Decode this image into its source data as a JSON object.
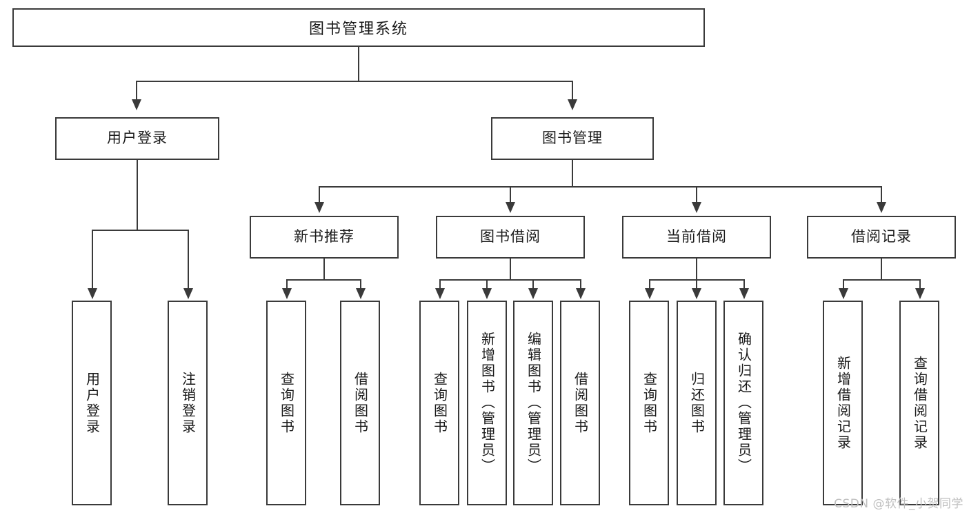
{
  "diagram": {
    "type": "tree",
    "title": "图书管理系统",
    "orientation": "top-down",
    "colors": {
      "line": "#3a3a3a",
      "box_border": "#3a3a3a",
      "box_fill": "#ffffff",
      "text": "#1a1a1a",
      "watermark": "#bfbfbf"
    },
    "root": {
      "label": "图书管理系统"
    },
    "level2": [
      {
        "label": "用户登录"
      },
      {
        "label": "图书管理"
      }
    ],
    "level3": [
      {
        "label": "新书推荐"
      },
      {
        "label": "图书借阅"
      },
      {
        "label": "当前借阅"
      },
      {
        "label": "借阅记录"
      }
    ],
    "leaves": {
      "user_login": [
        {
          "label": "用户登录"
        },
        {
          "label": "注销登录"
        }
      ],
      "new_book_recommend": [
        {
          "label": "查询图书"
        },
        {
          "label": "借阅图书"
        }
      ],
      "book_borrow": [
        {
          "label": "查询图书"
        },
        {
          "label": "新增图书（管理员）"
        },
        {
          "label": "编辑图书（管理员）"
        },
        {
          "label": "借阅图书"
        }
      ],
      "current_borrow": [
        {
          "label": "查询图书"
        },
        {
          "label": "归还图书"
        },
        {
          "label": "确认归还（管理员）"
        }
      ],
      "borrow_record": [
        {
          "label": "新增借阅记录"
        },
        {
          "label": "查询借阅记录"
        }
      ]
    }
  },
  "watermark": {
    "text": "CSDN @软件_小贺同学"
  }
}
